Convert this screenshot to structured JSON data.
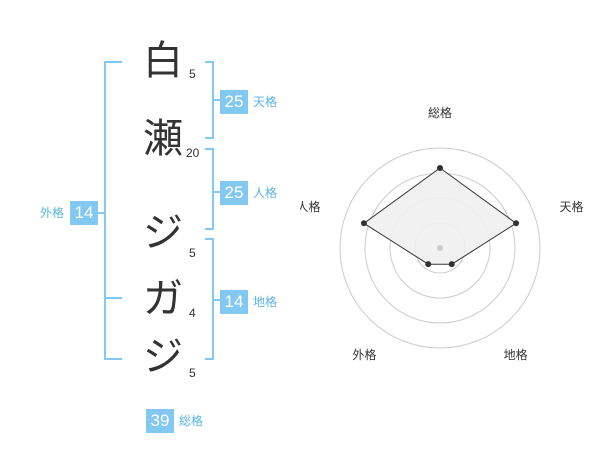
{
  "name": {
    "characters": [
      {
        "char": "白",
        "strokes": "5"
      },
      {
        "char": "瀬",
        "strokes": "20"
      },
      {
        "char": "ジ",
        "strokes": "5"
      },
      {
        "char": "ガ",
        "strokes": "4"
      },
      {
        "char": "ジ",
        "strokes": "5"
      }
    ]
  },
  "kakusu": {
    "tenkaku": {
      "value": "25",
      "label": "天格"
    },
    "jinkaku": {
      "value": "25",
      "label": "人格"
    },
    "chikaku": {
      "value": "14",
      "label": "地格"
    },
    "gaikaku": {
      "value": "14",
      "label": "外格"
    },
    "soukaku": {
      "value": "39",
      "label": "総格"
    }
  },
  "chart_data": {
    "type": "radar",
    "axes": [
      "総格",
      "天格",
      "地格",
      "外格",
      "人格"
    ],
    "values": [
      4,
      4,
      1,
      1,
      4
    ],
    "max": 5,
    "rings": 4,
    "colors": {
      "fill": "#f0f0f0",
      "stroke": "#333333",
      "ring": "#cccccc",
      "point": "#333333",
      "center": "#cccccc"
    }
  }
}
